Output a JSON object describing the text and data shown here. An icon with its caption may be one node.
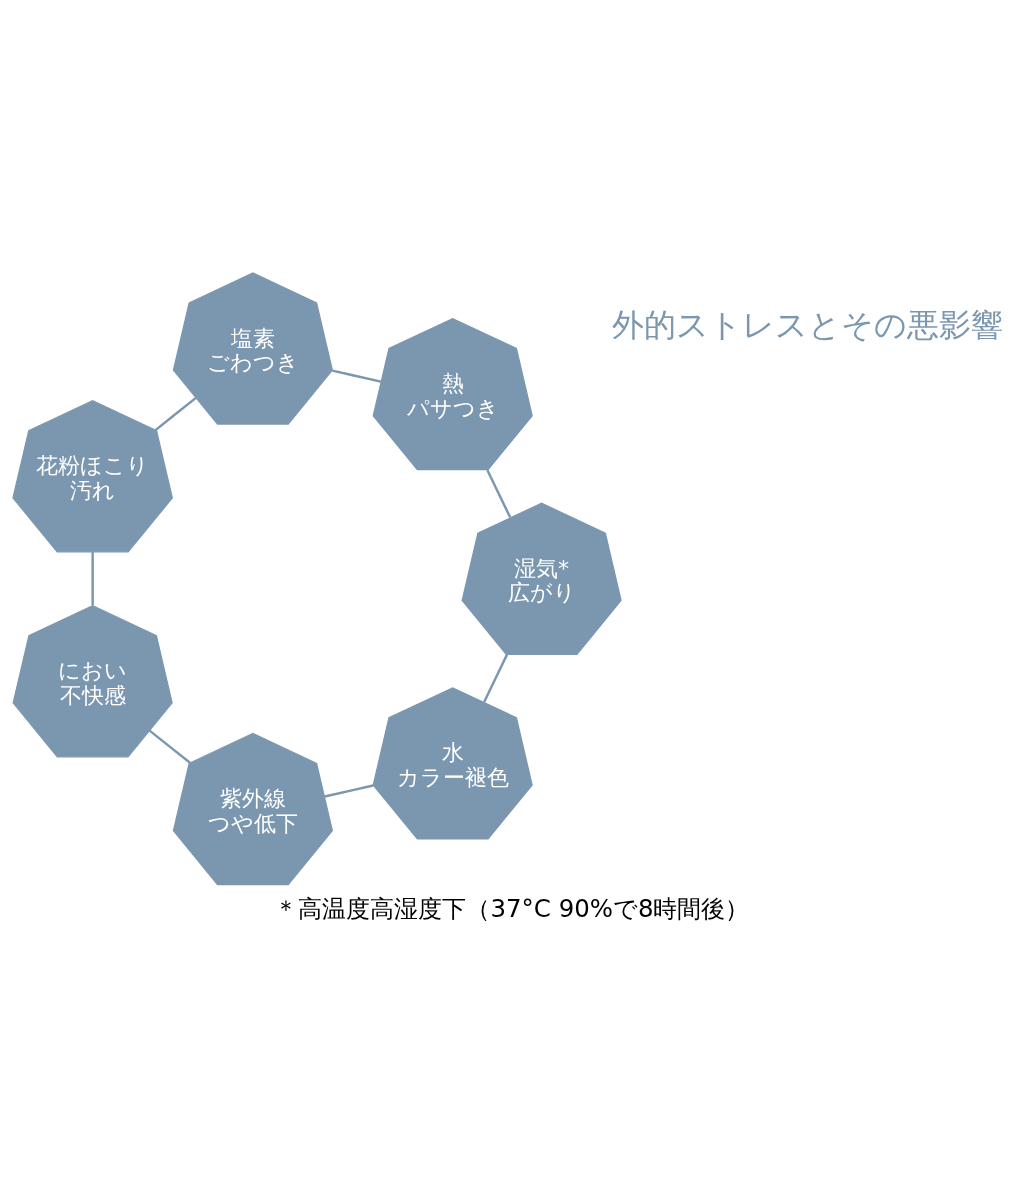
{
  "diagram": {
    "title": "外的ストレスとその悪影響",
    "caption": "＊高温度高湿度下（37°C 90%で8時間後）",
    "nodes": [
      {
        "text": [
          "水",
          "カラー褪色"
        ]
      },
      {
        "text": [
          "湿気*",
          "広がり"
        ]
      },
      {
        "text": [
          "紫外線",
          "つや低下"
        ]
      },
      {
        "text": [
          "熱",
          "パサつき"
        ]
      },
      {
        "text": [
          "におい",
          "不快感"
        ]
      },
      {
        "text": [
          "塩素",
          "ごわつき"
        ]
      },
      {
        "text": [
          "花粉ほこり",
          "汚れ"
        ]
      }
    ],
    "edges": [
      {
        "from": 0,
        "to": 2,
        "arrow": "none"
      },
      {
        "from": 2,
        "to": 4,
        "arrow": "none"
      },
      {
        "from": 4,
        "to": 6,
        "arrow": "none"
      },
      {
        "from": 6,
        "to": 5,
        "arrow": "none"
      },
      {
        "from": 5,
        "to": 3,
        "arrow": "none"
      },
      {
        "from": 3,
        "to": 1,
        "arrow": "none"
      },
      {
        "from": 1,
        "to": 0,
        "arrow": "none"
      }
    ]
  }
}
